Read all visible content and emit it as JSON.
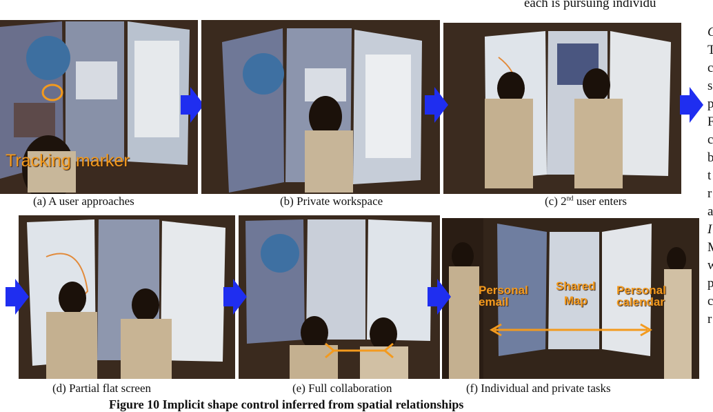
{
  "top_text": "each is pursuing individu",
  "figure": {
    "title": "Figure 10 Implicit shape control inferred from spatial relationships",
    "panels": [
      {
        "id": "a",
        "caption": "(a) A user approaches"
      },
      {
        "id": "b",
        "caption": "(b) Private workspace"
      },
      {
        "id": "c",
        "caption_prefix": "(c) 2",
        "caption_sup": "nd",
        "caption_suffix": " user enters"
      },
      {
        "id": "d",
        "caption": "(d) Partial flat screen"
      },
      {
        "id": "e",
        "caption": "(e) Full collaboration"
      },
      {
        "id": "f",
        "caption": "(f) Individual and private tasks"
      }
    ],
    "labels": {
      "tracking_marker": "Tracking marker",
      "personal_email_1": "Personal",
      "personal_email_2": "email",
      "shared_map_1": "Shared",
      "shared_map_2": "Map",
      "personal_calendar_1": "Personal",
      "personal_calendar_2": "calendar"
    }
  },
  "right_column_letters": [
    "C",
    "T",
    "c",
    "s",
    "p",
    "F",
    "c",
    "b",
    "t",
    "r",
    "a",
    "I",
    "M",
    "w",
    "p",
    "c",
    "r"
  ],
  "colors": {
    "arrow_blue": "#1f2ef0",
    "orange": "#f39a1e"
  }
}
